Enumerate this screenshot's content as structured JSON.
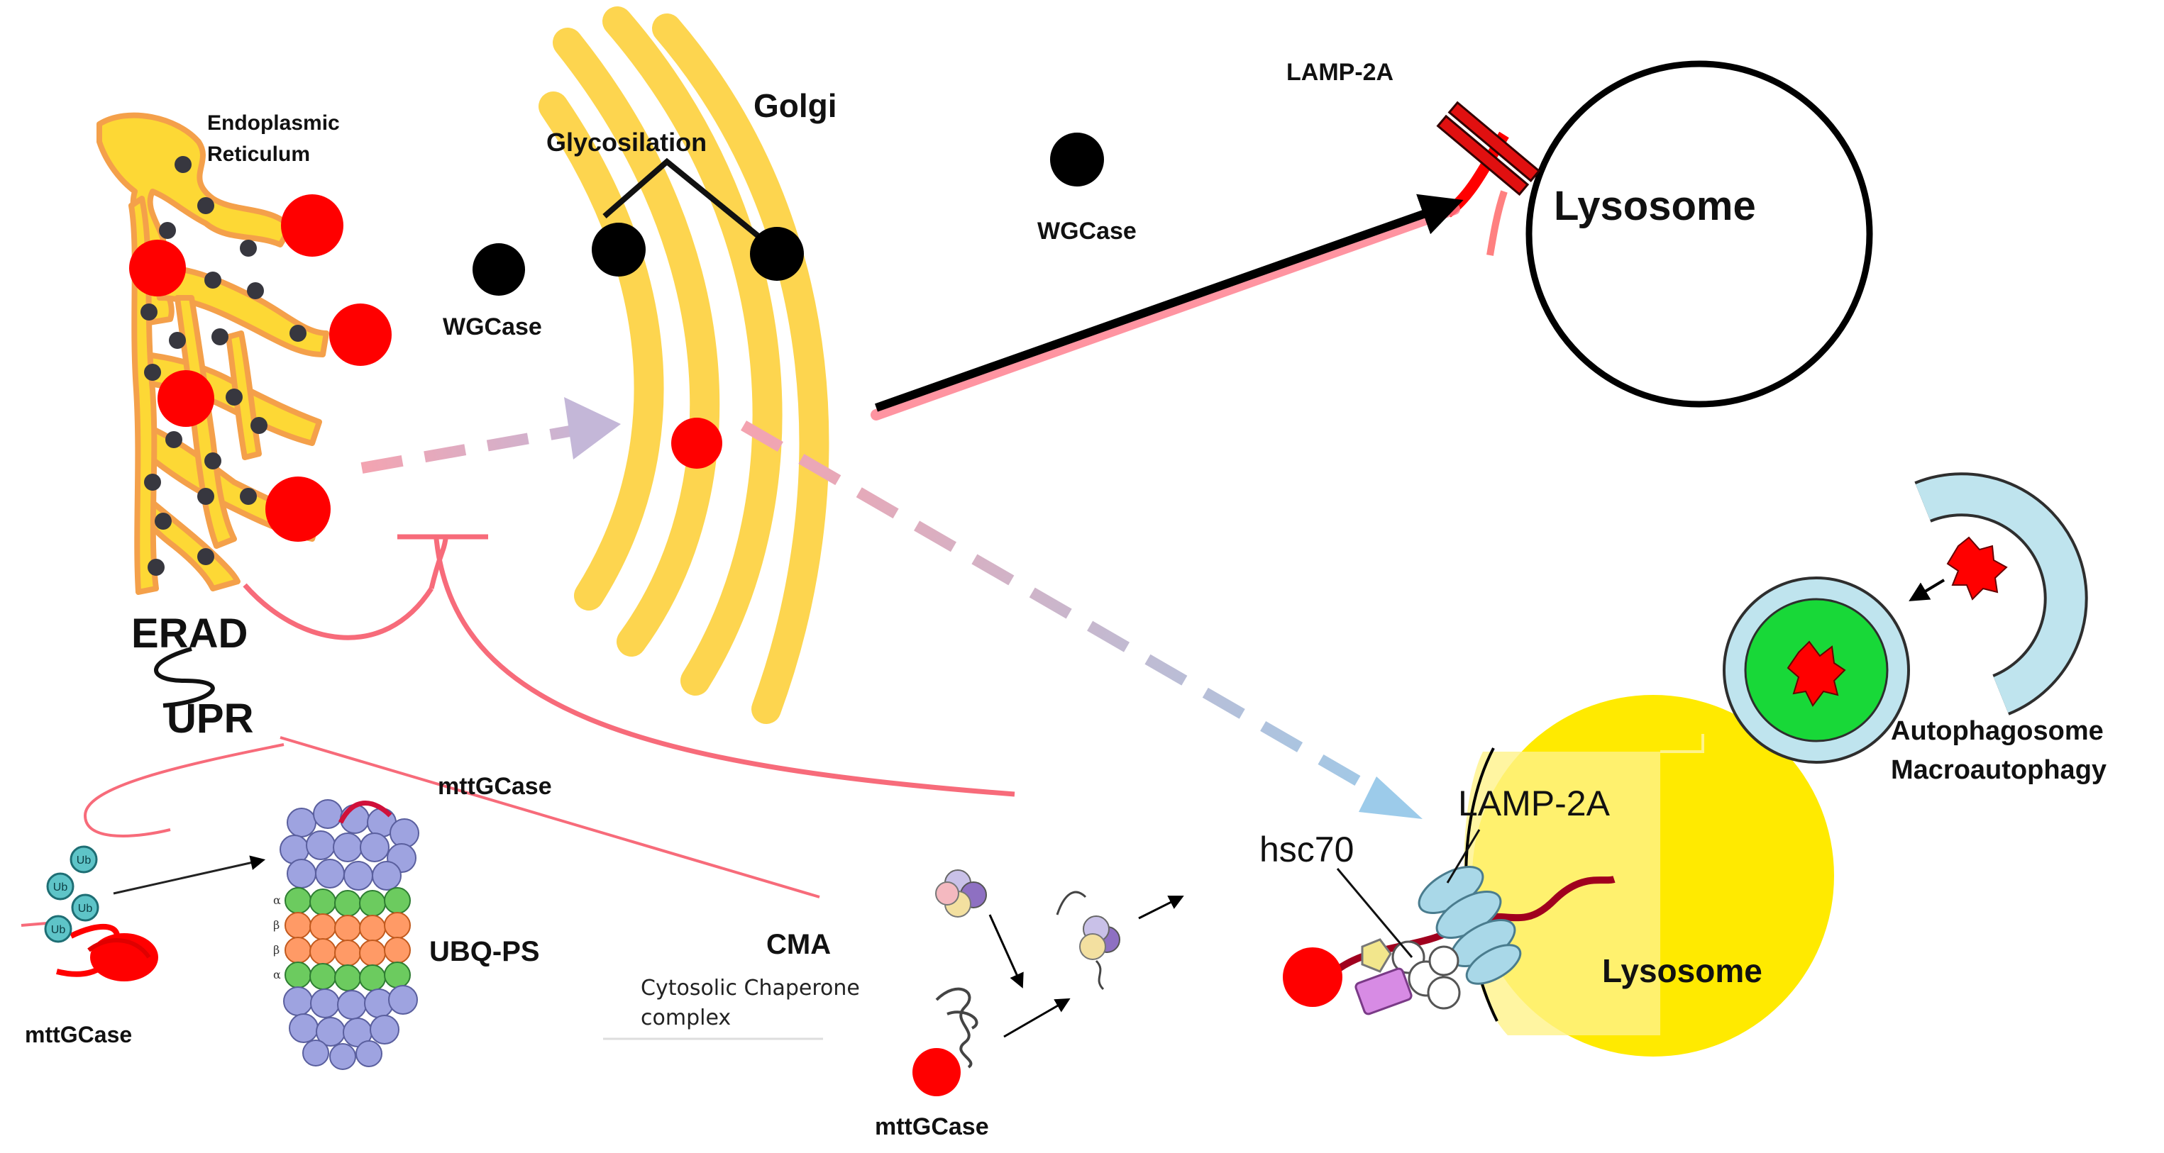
{
  "labels": {
    "endoplasmic": "Endoplasmic",
    "reticulum": "Reticulum",
    "golgi": "Golgi",
    "glycosilation": "Glycosilation",
    "wgcase_left": "WGCase",
    "wgcase_right": "WGCase",
    "lamp2a_top": "LAMP-2A",
    "lysosome_top": "Lysosome",
    "erad": "ERAD",
    "upr": "UPR",
    "mttgcase_mid": "mttGCase",
    "mttgcase_left": "mttGCase",
    "mttgcase_bottom": "mttGCase",
    "ubqps": "UBQ-PS",
    "ub": "Ub",
    "alpha": "α",
    "beta": "β",
    "cma": "CMA",
    "chaperone_1": "Cytosolic Chaperone",
    "chaperone_2": "complex",
    "hsc70": "hsc70",
    "lamp2a_bottom": "LAMP-2A",
    "lysosome_bottom": "Lysosome",
    "autophagosome": "Autophagosome",
    "macroautophagy": "Macroautophagy"
  },
  "colors": {
    "er_fill": "#FDD835",
    "er_edge": "#F4A04A",
    "golgi": "#FDD54F",
    "misfolded": "#FF0000",
    "wt": "#000000",
    "inhibit": "#F76B7A",
    "dash_start": "#F4A3B0",
    "dash_end": "#9CCBEA",
    "lysosome_yellow": "#FFEA00",
    "autophagosome_ring": "#BFE4EE",
    "autophagosome_core": "#18D838",
    "alpha_ring": "#6CCB5F",
    "beta_ring": "#FF9A66",
    "proteasome_cap": "#9EA3E0",
    "ub": "#5EC4C8",
    "lamp2a": "#A9D8E8"
  }
}
